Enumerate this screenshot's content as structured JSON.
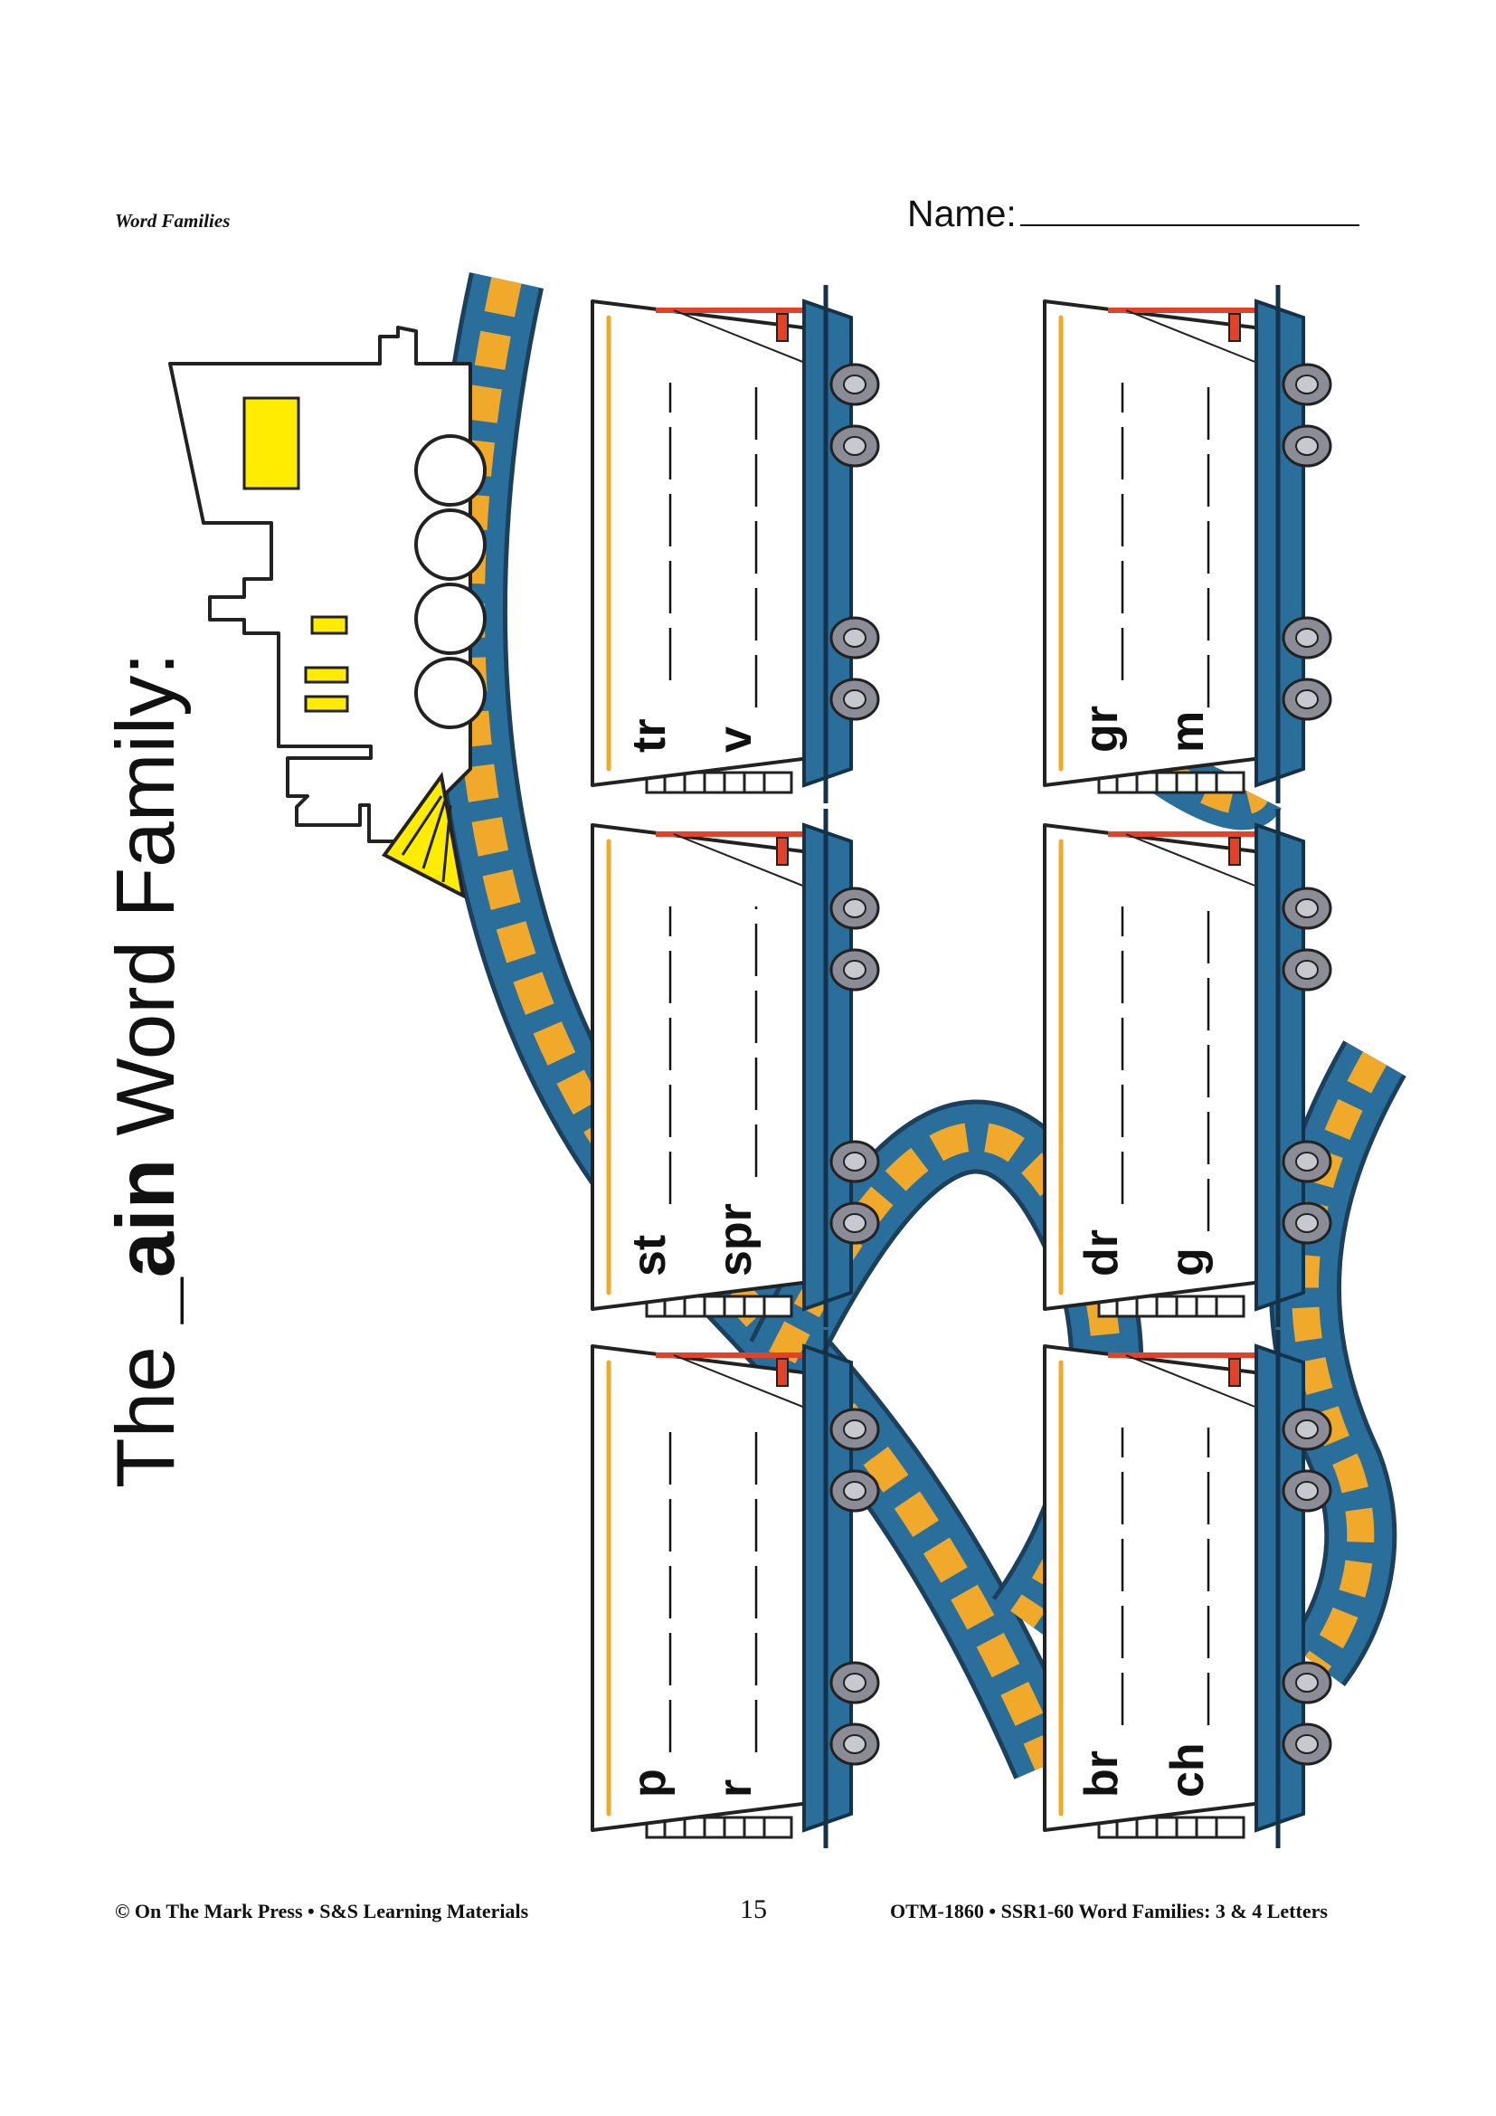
{
  "header": {
    "section_label": "Word Families",
    "name_label": "Name:"
  },
  "title": {
    "prefix": "The ",
    "family": "_ain",
    "suffix": " Word Family:"
  },
  "cars": [
    {
      "prompts": [
        "tr",
        "v"
      ]
    },
    {
      "prompts": [
        "st",
        "spr"
      ]
    },
    {
      "prompts": [
        "p",
        "r"
      ]
    },
    {
      "prompts": [
        "gr",
        "m"
      ]
    },
    {
      "prompts": [
        "dr",
        "g"
      ]
    },
    {
      "prompts": [
        "br",
        "ch"
      ]
    }
  ],
  "footer": {
    "copyright": "© On The Mark Press • S&S Learning Materials",
    "page_number": "15",
    "product": "OTM-1860 • SSR1-60 Word Families:  3 & 4 Letters"
  },
  "colors": {
    "track_blue": "#2a6e9c",
    "track_orange": "#f0a92a",
    "car_red": "#e0432a",
    "window_yellow": "#ffec00",
    "wheel_gray": "#8c8c96"
  }
}
